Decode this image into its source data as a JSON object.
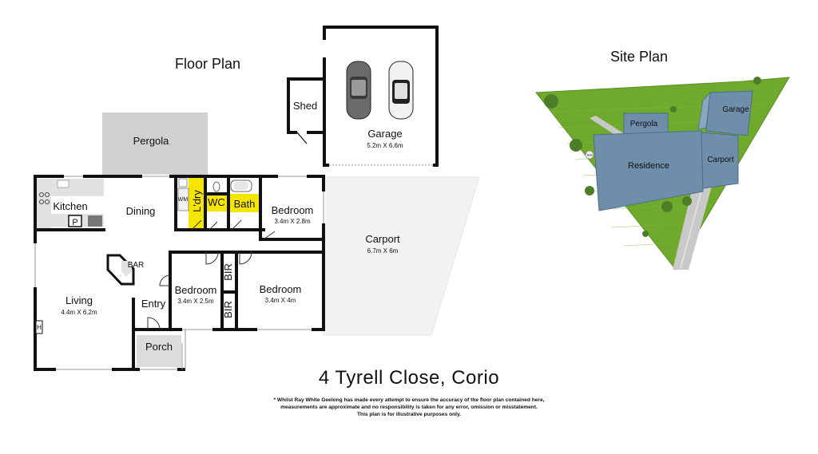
{
  "floor_plan": {
    "title": "Floor Plan",
    "rooms": {
      "pergola": {
        "label": "Pergola"
      },
      "shed": {
        "label": "Shed"
      },
      "garage": {
        "label": "Garage",
        "dims": "5.2m X 6.6m"
      },
      "kitchen": {
        "label": "Kitchen"
      },
      "pantry": {
        "label": "P"
      },
      "dining": {
        "label": "Dining"
      },
      "wm": {
        "label": "WM"
      },
      "laundry": {
        "label": "L'dry"
      },
      "wc": {
        "label": "WC"
      },
      "bath": {
        "label": "Bath"
      },
      "bed1": {
        "label": "Bedroom",
        "dims": "3.4m X 2.8m"
      },
      "carport": {
        "label": "Carport",
        "dims": "6.7m X 6m"
      },
      "bar": {
        "label": "BAR"
      },
      "living": {
        "label": "Living",
        "dims": "4.4m X 6.2m"
      },
      "entry": {
        "label": "Entry"
      },
      "bed2": {
        "label": "Bedroom",
        "dims": "3.4m X 2.5m"
      },
      "bir1": {
        "label": "BIR"
      },
      "bir2": {
        "label": "BIR"
      },
      "bed3": {
        "label": "Bedroom",
        "dims": "3.4m X 4m"
      },
      "porch": {
        "label": "Porch"
      },
      "heater": {
        "label": "H"
      }
    }
  },
  "site_plan": {
    "title": "Site Plan",
    "labels": {
      "pergola": "Pergola",
      "garage": "Garage",
      "residence": "Residence",
      "carport": "Carport",
      "tank": "Tank"
    }
  },
  "address": "4 Tyrell Close, Corio",
  "disclaimer": [
    "* Whilst Ray White Geelong has made every attempt to ensure the accuracy of the floor plan contained here,",
    "measurements are approximate and no responsibility is taken for any error, omission or misstatement.",
    "This plan is for illustrative purposes only."
  ],
  "colors": {
    "wall": "#111111",
    "pergola": "#d0d0d0",
    "wet_area": "#f5e600",
    "grass": "#6faa2c",
    "roof": "#6e8ea9"
  }
}
